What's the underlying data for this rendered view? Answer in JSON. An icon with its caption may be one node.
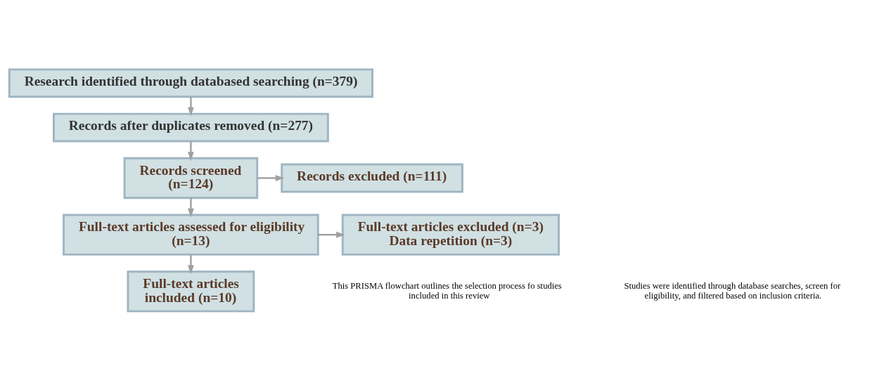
{
  "diagram": {
    "nodes": [
      {
        "text": [
          "Research identified through databased searching (n=379)"
        ]
      },
      {
        "text": [
          "Records after duplicates removed (n=277)"
        ]
      },
      {
        "text": [
          "Records screened (n=124)"
        ]
      },
      {
        "text": [
          "Records excluded (n=111)"
        ]
      },
      {
        "text": [
          "Full-text articles assessed for eligibility (n=13)"
        ]
      },
      {
        "text": [
          "Full-text articles excluded (n=3)",
          "Data repetition (n=3)"
        ]
      },
      {
        "text": [
          "Full-text articles included (n=10)"
        ]
      }
    ],
    "edges": [
      {
        "from": 0,
        "to": 1,
        "arrow": "to"
      },
      {
        "from": 1,
        "to": 2,
        "arrow": "to"
      },
      {
        "from": 2,
        "to": 3,
        "arrow": "to"
      },
      {
        "from": 2,
        "to": 4,
        "arrow": "to"
      },
      {
        "from": 4,
        "to": 5,
        "arrow": "to"
      },
      {
        "from": 4,
        "to": 6,
        "arrow": "to"
      }
    ],
    "labels": [
      "This PRISMA flowchart outlines the selection process fo studies included in this review",
      "Studies were identified through database searches, screen for eligibility, and filtered based on inclusion criteria."
    ]
  }
}
